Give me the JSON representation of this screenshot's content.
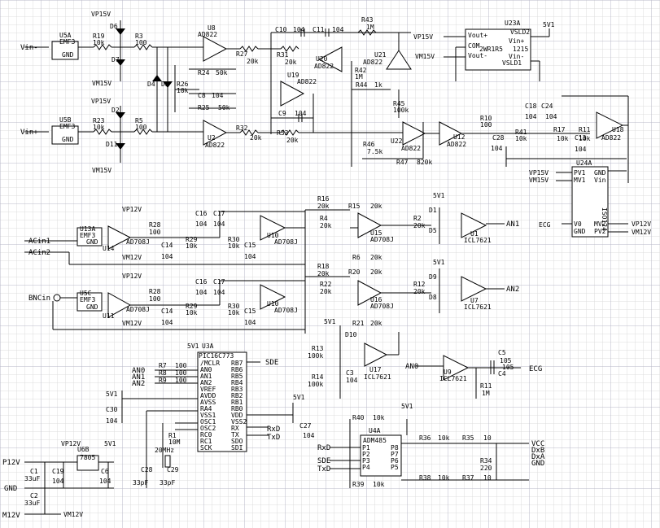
{
  "grid": {
    "minor": "#dcdcdc",
    "major": "#b9b9c8"
  },
  "labels": {
    "vin_minus": "Vin-",
    "vin_plus": "Vin+",
    "u5a": "U5A",
    "u5b": "U5B",
    "emf3a": "EMF3",
    "emf3b": "EMF3",
    "gnd_a": "GND",
    "gnd_b": "GND",
    "r19": "R19",
    "r19v": "10k",
    "r3": "R3",
    "r3v": "100",
    "r23": "R23",
    "r23v": "10k",
    "r5": "R5",
    "r5v": "100",
    "vp15_1": "VP15V",
    "vm15_1": "VM15V",
    "vp15_2": "VP15V",
    "vm15_2": "VM15V",
    "d6": "D6",
    "d7": "D7",
    "d2": "D2",
    "d11": "D11",
    "d4": "D4",
    "d3": "D3",
    "r26": "R26",
    "r26v": "10k",
    "r24": "R24",
    "r24v": "50k",
    "r25": "R25",
    "r25v": "50k",
    "c8": "C8",
    "c8v": "104",
    "u8": "U8",
    "u8p": "AD822",
    "u2": "U2",
    "u2p": "AD822",
    "r27": "R27",
    "r27v": "20k",
    "r32": "R32",
    "r32v": "20k",
    "c10": "C10",
    "c10v": "104",
    "c11": "C11",
    "c11v": "104",
    "r31": "R31",
    "r31v": "20k",
    "u20": "U20",
    "u20p": "AD822",
    "u19": "U19",
    "u19p": "AD822",
    "c9": "C9",
    "c9v": "104",
    "r33": "R33",
    "r33v": "20k",
    "r43": "R43",
    "r43v": "1M",
    "u21": "U21",
    "u21p": "AD822",
    "r42": "R42",
    "r42v": "1M",
    "r44": "R44",
    "r44v": "1k",
    "r45": "R45",
    "r45v": "100k",
    "r46": "R46",
    "r46v": "7.5k",
    "r47": "R47",
    "r47v": "820k",
    "u22": "U22",
    "u22p": "AD822",
    "u12": "U12",
    "u12p": "AD822",
    "u23a": "U23A",
    "5v1_a": "5V1",
    "vp15_3": "VP15V",
    "vm15_3": "VM15V",
    "vout_p": "Vout+",
    "com": "COM",
    "vout_m": "Vout-",
    "vsld2": "VSLD2",
    "part_b": "2WR1R5",
    "part_c": "1215",
    "vin_p": "Vin+",
    "vin_m": "Vin-",
    "vsld1": "VSLD1",
    "r10": "R10",
    "r10v": "100",
    "r41": "R41",
    "r41v": "10k",
    "r17": "R17",
    "r17v": "10k",
    "r11": "R11",
    "r11v": "10k",
    "c18": "C18",
    "c18v": "104",
    "c24": "C24",
    "c24v": "104",
    "c28": "C28",
    "c28v": "104",
    "c13": "C13",
    "c13v": "104",
    "u18": "U18",
    "u18p": "AD822",
    "u24a": "U24A",
    "iso": "ISO124",
    "vp15_4": "VP15V",
    "vm15_4": "VM15V",
    "pv1": "PV1",
    "mv1": "MV1",
    "gnd_r": "GND",
    "vin_r": "Vin",
    "v0": "V0",
    "gnd2": "GND",
    "mv2": "MV2",
    "pv2": "PV2",
    "ecg": "ECG",
    "vp12_r": "VP12V",
    "vm12_r": "VM12V",
    "vp12_1": "VP12V",
    "u13a": "U13A",
    "emf3c": "EMF3",
    "gnd_c": "GND",
    "acin1": "ACin1",
    "acin2": "ACin2",
    "u14": "U14",
    "u14p": "AD708J",
    "vm12_1": "VM12V",
    "r28a": "R28",
    "r28av": "100",
    "c14a": "C14",
    "c14av": "104",
    "r29a": "R29",
    "r29av": "10k",
    "c16a": "C16",
    "c16av": "104",
    "c17a": "C17",
    "c17av": "104",
    "r30a": "R30",
    "r30av": "10k",
    "c15a": "C15",
    "c15av": "104",
    "u10a": "U10",
    "u10ap": "AD708J",
    "r16": "R16",
    "r16v": "20k",
    "r15": "R15",
    "r15v": "20k",
    "r4": "R4",
    "r4v": "20k",
    "u15": "U15",
    "u15p": "AD708J",
    "r6": "R6",
    "r6v": "20k",
    "r2": "R2",
    "r2v": "20k",
    "5v1_b": "5V1",
    "d1": "D1",
    "d5": "D5",
    "u1": "U1",
    "u1p": "ICL7621",
    "an1": "AN1",
    "bnc": "BNCin",
    "u5c": "U5C",
    "emf3d": "EMF3",
    "gnd_d": "GND",
    "vp12_2": "VP12V",
    "u11": "U11",
    "u11p": "AD708J",
    "vm12_2": "VM12V",
    "r28b": "R28",
    "r28bv": "100",
    "c14b": "C14",
    "c14bv": "104",
    "r29b": "R29",
    "r29bv": "10k",
    "c16b": "C16",
    "c16bv": "104",
    "c17b": "C17",
    "c17bv": "104",
    "r30b": "R30",
    "r30bv": "10k",
    "c15b": "C15",
    "c15bv": "104",
    "u10b": "U10",
    "u10bp": "AD708J",
    "r18": "R18",
    "r18v": "20k",
    "r20": "R20",
    "r20v": "20k",
    "r22": "R22",
    "r22v": "20k",
    "u16": "U16",
    "u16p": "AD708J",
    "r21": "R21",
    "r21v": "20k",
    "r12": "R12",
    "r12v": "20k",
    "5v1_c": "5V1",
    "d9": "D9",
    "d8": "D8",
    "u7": "U7",
    "u7p": "ICL7621",
    "an2": "AN2",
    "5v1_d": "5V1",
    "d10": "D10",
    "r13": "R13",
    "r13v": "100k",
    "r14": "R14",
    "r14v": "100k",
    "c3": "C3",
    "c3v": "104",
    "u17": "U17",
    "u17p": "ICL7621",
    "an0_r": "AN0",
    "u9": "U9",
    "u9p": "ICL7621",
    "c5": "C5",
    "c5v": "105",
    "c4": "C4",
    "c4v": "105",
    "ecg_o": "ECG",
    "r1r": "R11",
    "r1rv": "1M",
    "5v1_e": "5V1",
    "u3a": "U3A",
    "pic": "PIC16C773",
    "sde_o": "SDE",
    "an0": "AN0",
    "an1i": "AN1",
    "an2i": "AN2",
    "r7": "R7",
    "r7v": "100",
    "r8": "R8",
    "r8v": "100",
    "r9": "R9",
    "r9v": "100",
    "mclr": "/MCLR",
    "pan0": "AN0",
    "pan1": "AN1",
    "pan2": "AN2",
    "vref": "VREF",
    "avdd": "AVDD",
    "avss": "AVSS",
    "ra4": "RA4",
    "vss1": "VSS1",
    "osc1": "OSC1",
    "osc2": "OSC2",
    "rc0": "RC0",
    "rc1": "RC1",
    "rc2": "RC2",
    "sck": "SCK",
    "rb7": "RB7",
    "rb6": "RB6",
    "rb5": "RB5",
    "rb4": "RB4",
    "rb3": "RB3",
    "rb2": "RB2",
    "rb1": "RB1",
    "rb0": "RB0",
    "vdd": "VDD",
    "vss2": "VSS2",
    "rx": "RX",
    "tx": "TX",
    "sd0": "SDO",
    "sdi": "SDI",
    "5v1_f": "5V1",
    "c30": "C30",
    "c30v": "104",
    "r1": "R1",
    "r1v": "10M",
    "xtal": "20MHz",
    "c28b": "C28",
    "c28bv": "33pF",
    "c29": "C29",
    "c29v": "33pF",
    "5v1_g": "5V1",
    "c27": "C27",
    "c27v": "104",
    "rxd_o": "RxD",
    "txd_o": "TxD",
    "r40": "R40",
    "r40v": "10k",
    "u4a": "U4A",
    "adm": "ADM485",
    "5v1_h": "5V1",
    "rxd_i": "RxD",
    "sde_i": "SDE",
    "txd_i": "TxD",
    "p1": "P1",
    "p2": "P2",
    "p3": "P3",
    "p4": "P4",
    "p8": "P8",
    "p7": "P7",
    "p6": "P6",
    "p5": "P5",
    "r39": "R39",
    "r39v": "10k",
    "r36": "R36",
    "r36v": "10k",
    "r35": "R35",
    "r35v": "10",
    "r34": "R34",
    "r34v": "220",
    "r38": "R38",
    "r38v": "10k",
    "r37": "R37",
    "r37v": "10",
    "vcc": "VCC",
    "dxb": "DxB",
    "dxa": "DxA",
    "gnd_o": "GND",
    "p12v": "P12V",
    "c1": "C1",
    "c1v": "33uF",
    "c2": "C2",
    "c2v": "33uF",
    "gnd_p": "GND",
    "m12v": "M12V",
    "vm12_o": "VM12V",
    "vp12_3": "VP12V",
    "u6b": "U6B",
    "u6p": "7805",
    "5v1_i": "5V1",
    "c19": "C19",
    "c19v": "104",
    "c6": "C6",
    "c6v": "104"
  }
}
